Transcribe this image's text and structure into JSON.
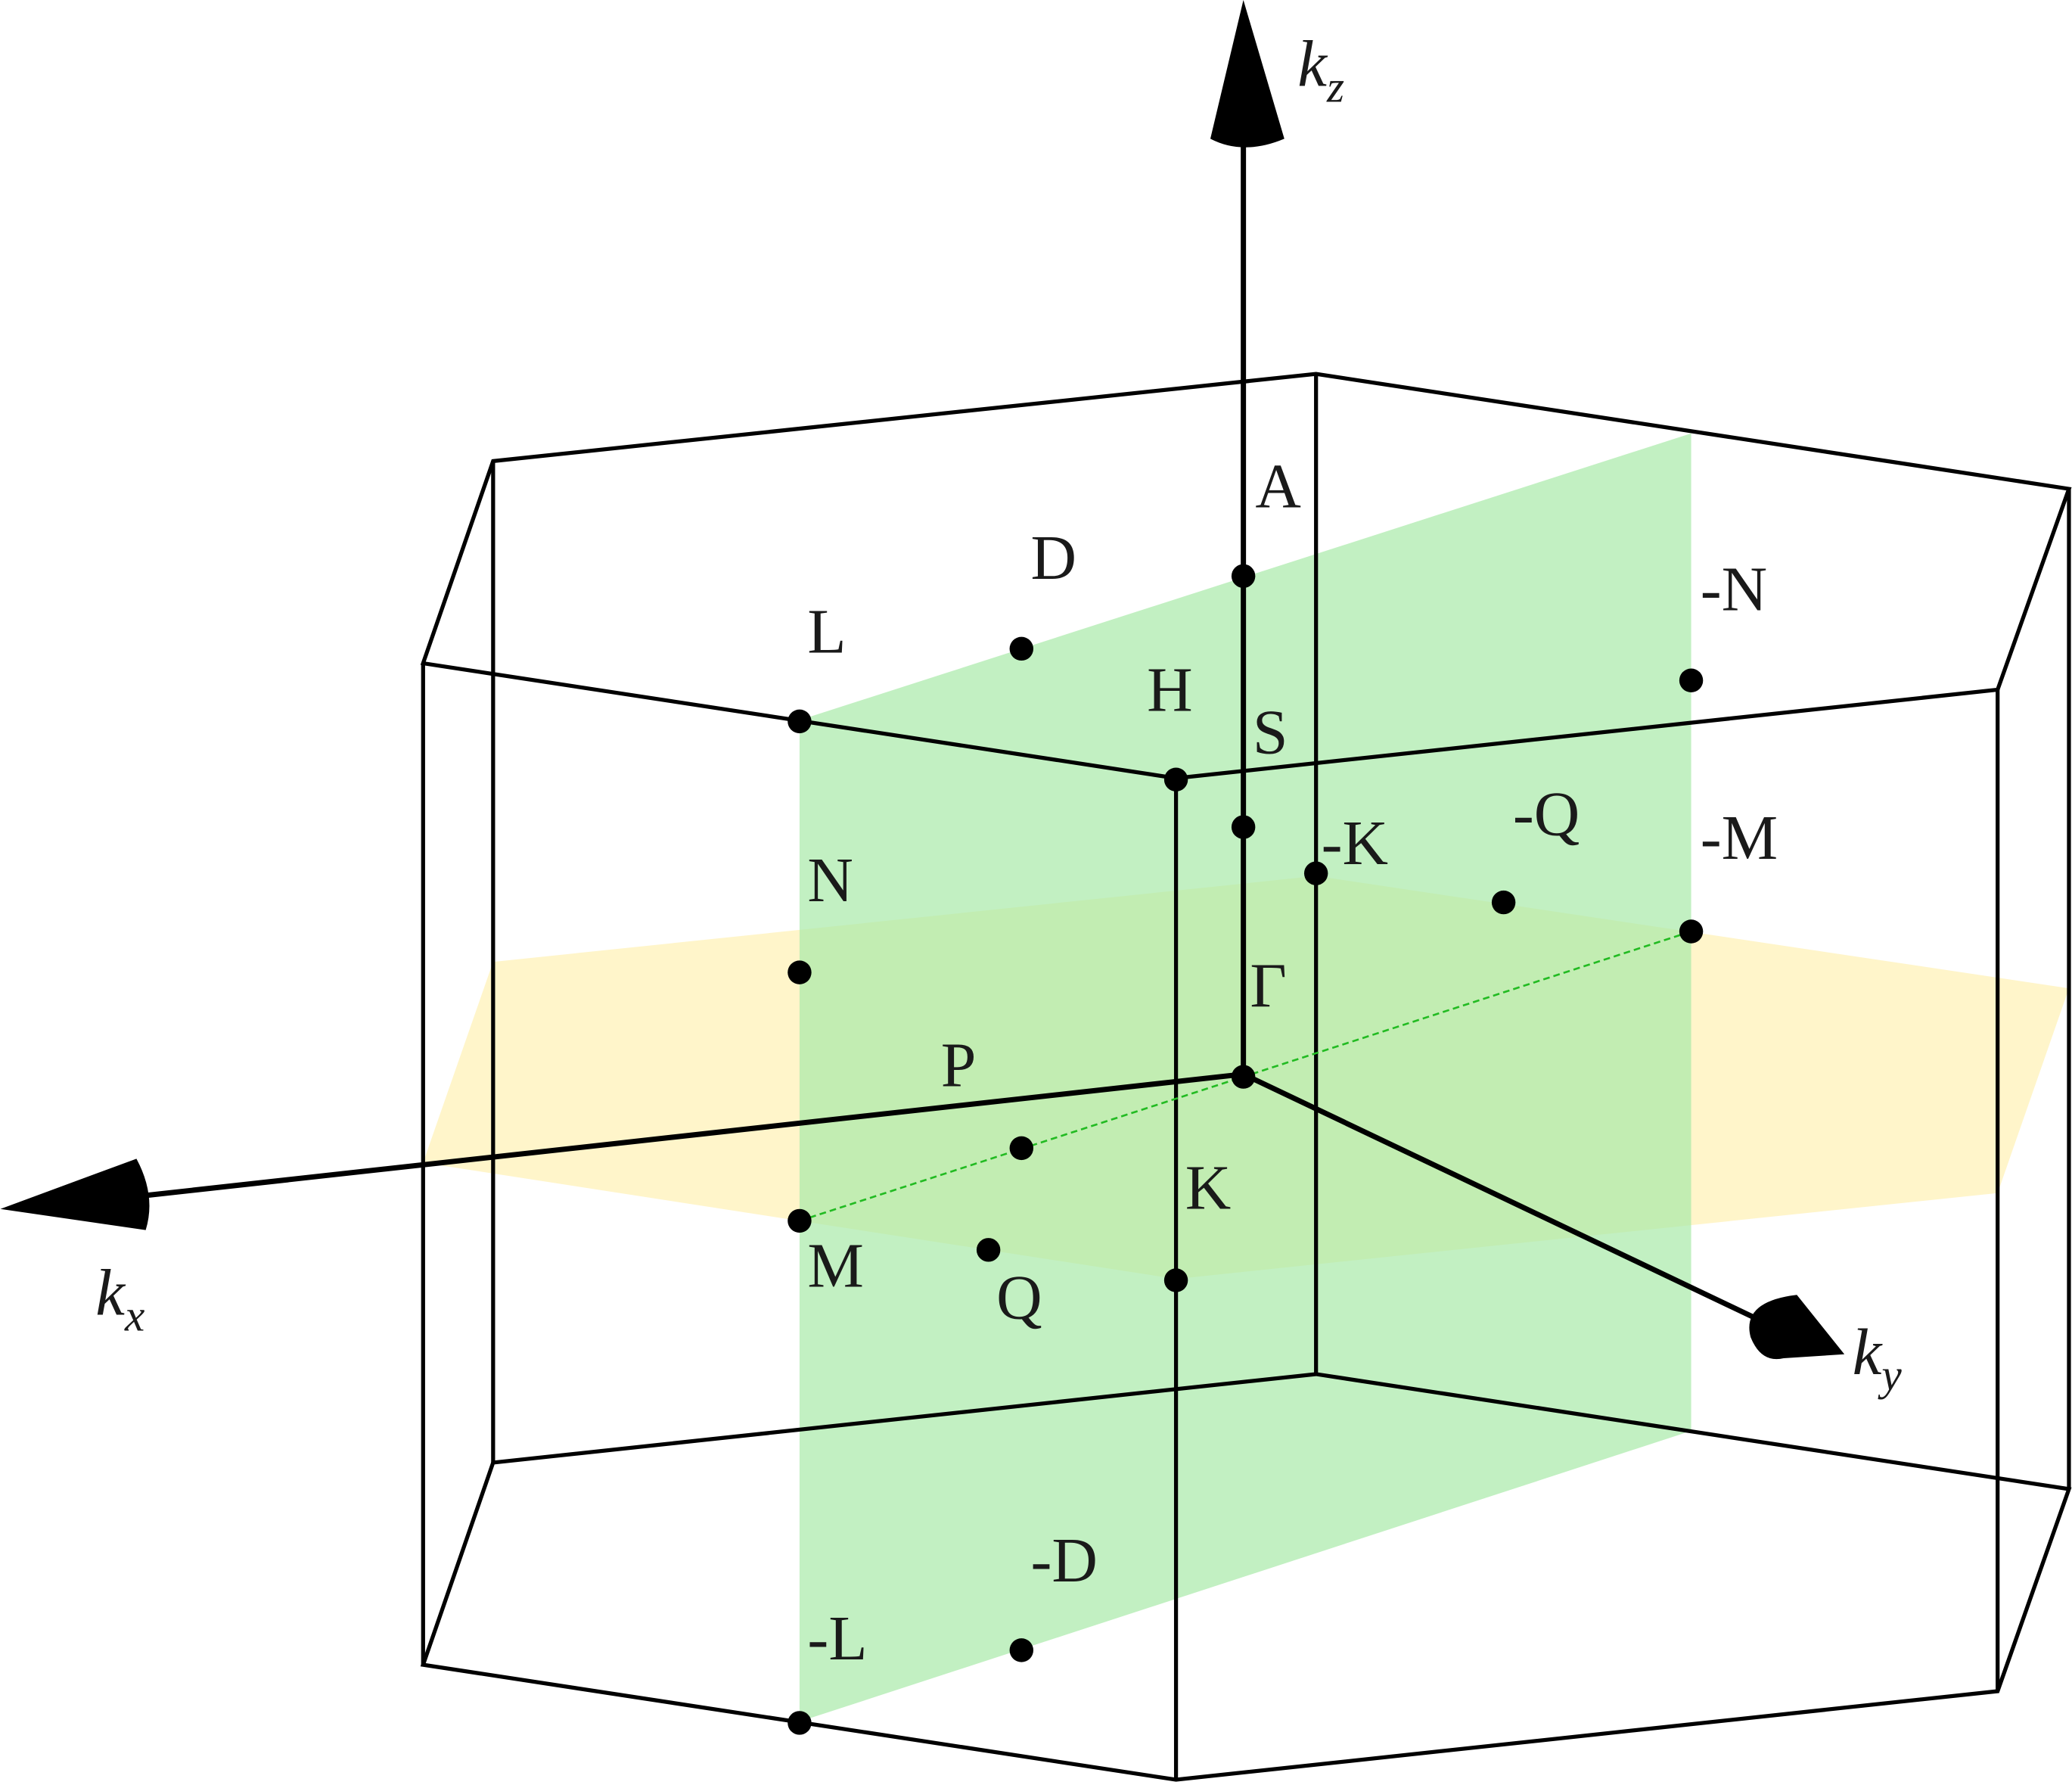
{
  "axes": {
    "kx": {
      "base": "k",
      "sub": "x"
    },
    "ky": {
      "base": "k",
      "sub": "y"
    },
    "kz": {
      "base": "k",
      "sub": "z"
    }
  },
  "points": [
    {
      "id": "A",
      "label": "A"
    },
    {
      "id": "D",
      "label": "D"
    },
    {
      "id": "L",
      "label": "L"
    },
    {
      "id": "H",
      "label": "H"
    },
    {
      "id": "S",
      "label": "S"
    },
    {
      "id": "mK",
      "label": "-K"
    },
    {
      "id": "mQ",
      "label": "-Q"
    },
    {
      "id": "mN",
      "label": "-N"
    },
    {
      "id": "mM",
      "label": "-M"
    },
    {
      "id": "N",
      "label": "N"
    },
    {
      "id": "Gamma",
      "label": "Γ"
    },
    {
      "id": "P",
      "label": "P"
    },
    {
      "id": "K",
      "label": "K"
    },
    {
      "id": "M",
      "label": "M"
    },
    {
      "id": "Q",
      "label": "Q"
    },
    {
      "id": "mD",
      "label": "-D"
    },
    {
      "id": "mL",
      "label": "-L"
    }
  ],
  "colors": {
    "green_plane": "#b4eeb4",
    "yellow_plane": "#fff2b8",
    "dashed_line": "#22bb22"
  }
}
